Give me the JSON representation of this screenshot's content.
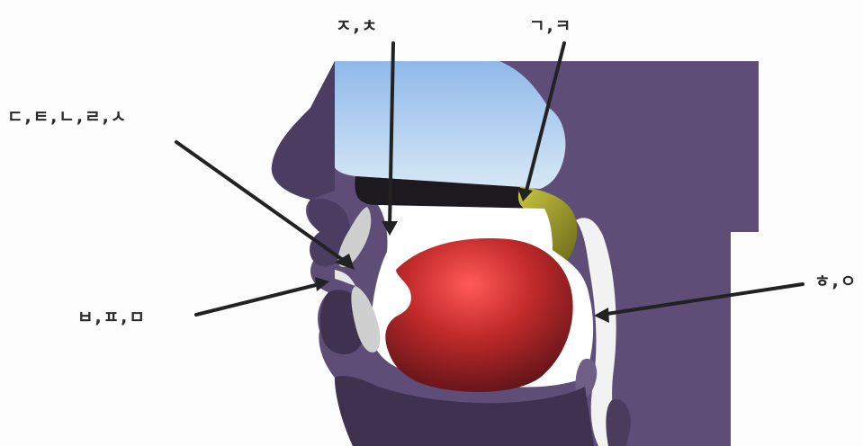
{
  "labels": {
    "palatal": "ㅈ,ㅊ",
    "velar": "ㄱ,ㅋ",
    "alveolar": "ㄷ,ㅌ,ㄴ,ㄹ,ㅅ",
    "bilabial": "ㅂ,ㅍ,ㅁ",
    "glottal": "ㅎ,ㅇ"
  },
  "colors": {
    "head": "#5e4d77",
    "head_dark": "#3f3150",
    "nasal_cavity": "#a9cdec",
    "palate": "#1c1a1e",
    "velum": "#c7c43a",
    "tongue": "#c22a2a",
    "lips_teeth": "#cfcfcf",
    "arrows": "#222222"
  }
}
